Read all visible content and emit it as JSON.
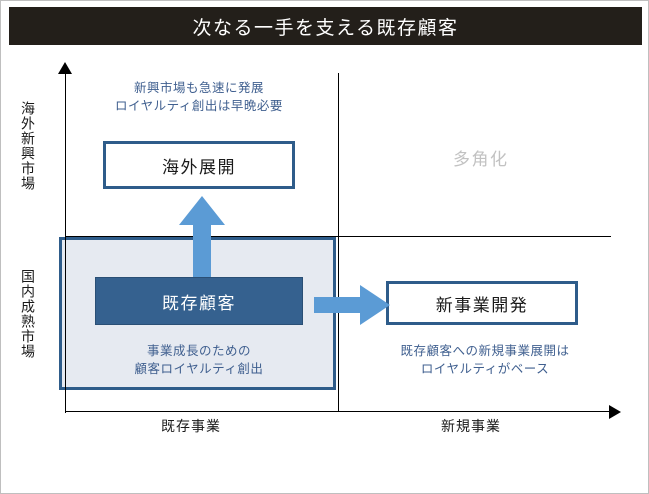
{
  "title": {
    "text": "次なる一手を支える既存顧客"
  },
  "axes": {
    "y": {
      "top_label": "海外新興市場",
      "bottom_label": "国内成熟市場"
    },
    "x": {
      "left_label": "既存事業",
      "right_label": "新規事業"
    }
  },
  "quadrants": {
    "overseas_expansion": {
      "label": "海外展開",
      "note_line1": "新興市場も急速に発展",
      "note_line2": "ロイヤルティ創出は早晩必要"
    },
    "diversification": {
      "label": "多角化"
    },
    "existing_customers": {
      "label": "既存顧客",
      "note_line1": "事業成長のための",
      "note_line2": "顧客ロイヤルティ創出"
    },
    "new_business": {
      "label": "新事業開発",
      "note_line1": "既存顧客への新規事業展開は",
      "note_line2": "ロイヤルティがベース"
    }
  },
  "arrows": {
    "up": "arrow-up-icon",
    "right": "arrow-right-icon"
  },
  "colors": {
    "title_bar": "#231f1a",
    "accent_dark": "#2e5c8a",
    "box_fill": "#35618f",
    "arrow": "#5b9bd5",
    "panel_fill": "#e6eaf1",
    "note_text": "#3f5f8f",
    "muted_label": "#c2c2c2"
  }
}
